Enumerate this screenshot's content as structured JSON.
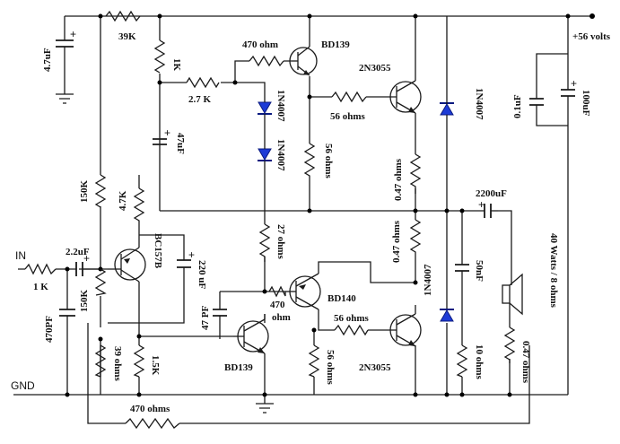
{
  "labels": {
    "supply": "+56 volts",
    "in": "IN",
    "gnd": "GND",
    "r_39k": "39K",
    "r_1k_top": "1K",
    "r_470ohm_top": "470 ohm",
    "r_2k7": "2.7 K",
    "r_56_a": "56 ohms",
    "r_56_b": "56 ohms",
    "r_047_top": "0.47 ohms",
    "r_047_mid": "0.47 ohms",
    "r_047_out": "0.47 ohms",
    "r_150k_top": "150K",
    "r_150k_bot": "150K",
    "r_4k7": "4.7K",
    "r_1k_in": "1 K",
    "r_27": "27 ohms",
    "r_470_mid_1": "470",
    "r_470_mid_2": "ohm",
    "r_56_c": "56 ohms",
    "r_56_d": "56 ohms",
    "r_39": "39 ohms",
    "r_1k5": "1.5K",
    "r_10": "10 ohms",
    "r_470_bot": "470 ohms",
    "c_47uf_top": "4.7uF",
    "c_47uf": "47uF",
    "c_22uf": "2.2uF",
    "c_470pf": "470PF",
    "c_220uf": "220 uF",
    "c_47pf": "47 PF",
    "c_50nf": "50nF",
    "c_2200uf": "2200uF",
    "c_01uf": "0.1uF",
    "c_100uf": "100uF",
    "d_1n4007_a": "1N4007",
    "d_1n4007_b": "1N4007",
    "d_1n4007_c": "1N4007",
    "d_1n4007_d": "1N4007",
    "q_bd139_top": "BD139",
    "q_2n3055_top": "2N3055",
    "q_bc157b": "BC157B",
    "q_bd140": "BD140",
    "q_bd139_bot": "BD139",
    "q_2n3055_bot": "2N3055",
    "speaker": "40 Watts / 8 ohms",
    "plus": "+"
  }
}
